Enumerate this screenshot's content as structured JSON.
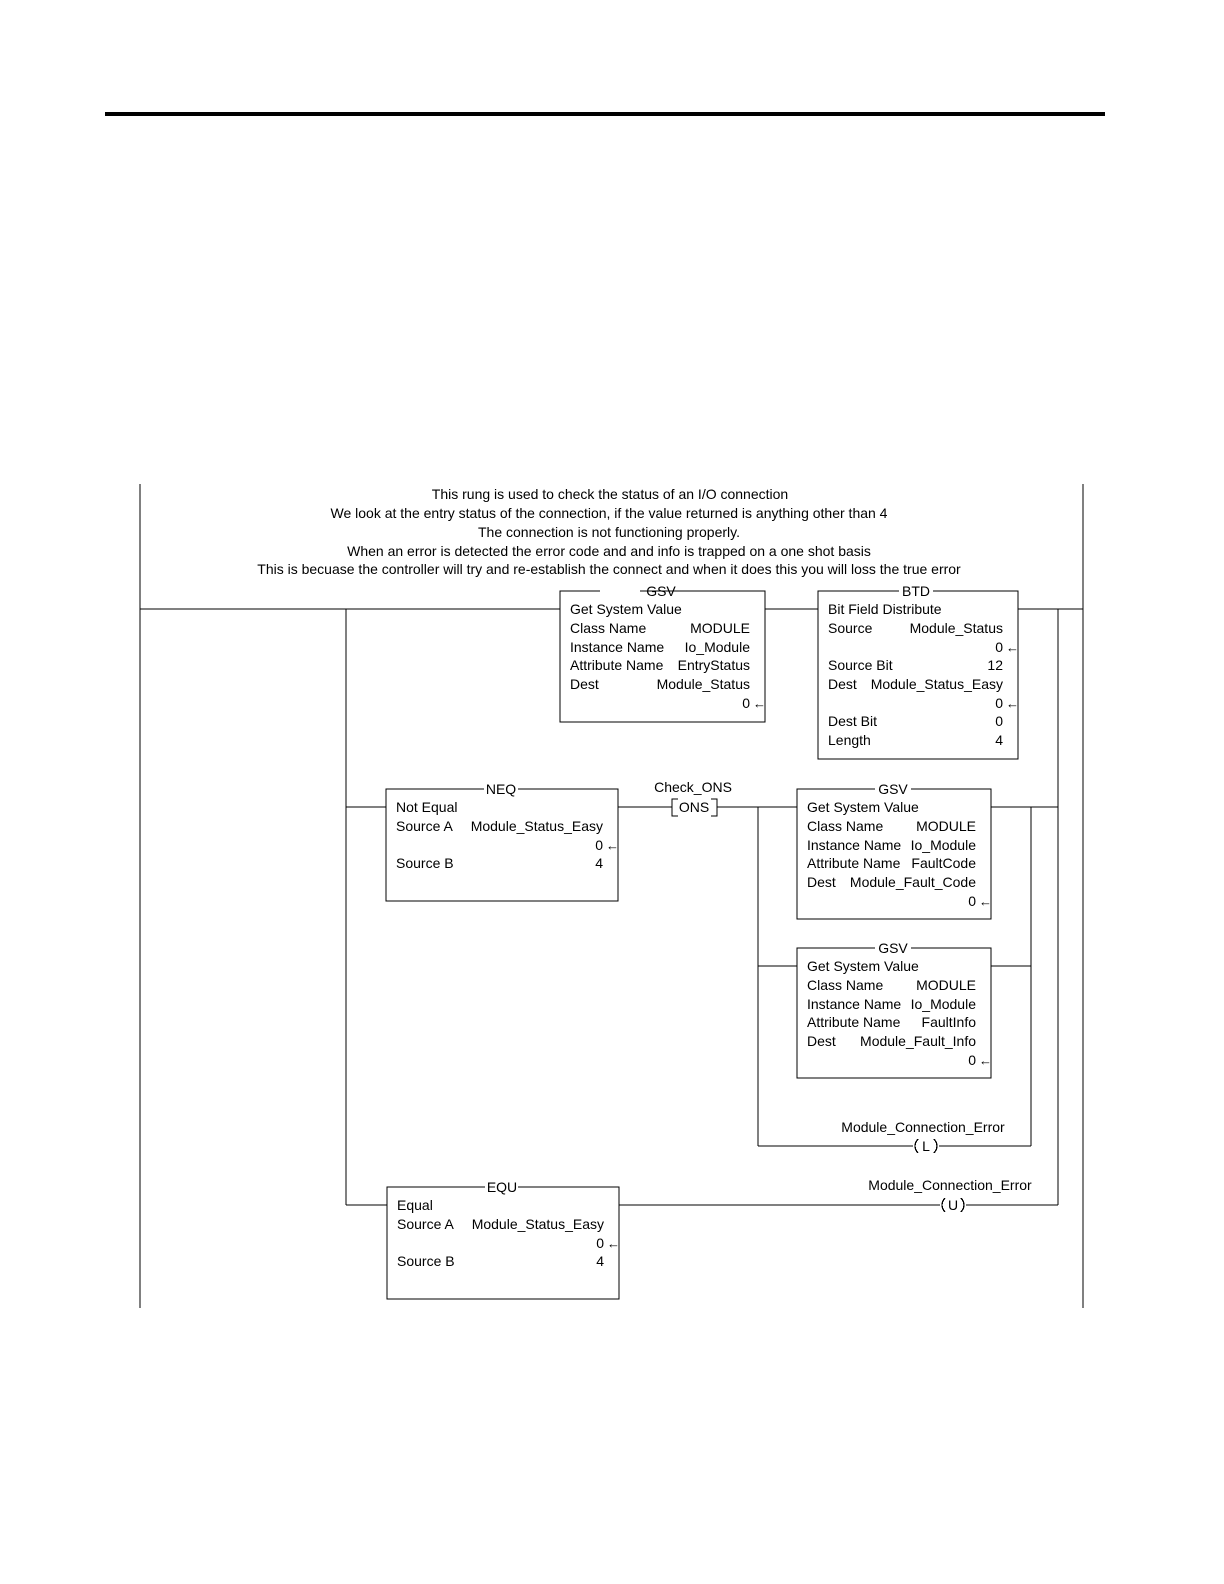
{
  "comment": [
    "This rung is used to check the status of an I/O connection",
    "We look at the entry status of the connection, if the value returned is anything other than 4",
    "The connection is not functioning properly.",
    "When an error is detected the error code and and info is trapped on a one shot basis",
    "This is becuase the controller will try and re-establish the connect and when it does this you will loss the true error"
  ],
  "gsv1": {
    "type": "GSV",
    "title": "Get System Value",
    "rows": [
      {
        "label": "Class Name",
        "value": "MODULE"
      },
      {
        "label": "Instance Name",
        "value": "Io_Module"
      },
      {
        "label": "Attribute Name",
        "value": "EntryStatus"
      },
      {
        "label": "Dest",
        "value": "Module_Status"
      }
    ],
    "dest_value": "0"
  },
  "btd": {
    "type": "BTD",
    "title": "Bit Field Distribute",
    "source_label": "Source",
    "source_tag": "Module_Status",
    "source_value": "0",
    "source_bit_label": "Source Bit",
    "source_bit": "12",
    "dest_label": "Dest",
    "dest_tag": "Module_Status_Easy",
    "dest_value": "0",
    "dest_bit_label": "Dest Bit",
    "dest_bit": "0",
    "length_label": "Length",
    "length": "4"
  },
  "neq": {
    "type": "NEQ",
    "title": "Not Equal",
    "source_a_label": "Source A",
    "source_a_tag": "Module_Status_Easy",
    "source_a_value": "0",
    "source_b_label": "Source B",
    "source_b": "4"
  },
  "ons": {
    "tag": "Check_ONS",
    "label": "ONS"
  },
  "gsv2": {
    "type": "GSV",
    "title": "Get System Value",
    "rows": [
      {
        "label": "Class Name",
        "value": "MODULE"
      },
      {
        "label": "Instance Name",
        "value": "Io_Module"
      },
      {
        "label": "Attribute Name",
        "value": "FaultCode"
      },
      {
        "label": "Dest",
        "value": "Module_Fault_Code"
      }
    ],
    "dest_value": "0"
  },
  "gsv3": {
    "type": "GSV",
    "title": "Get System Value",
    "rows": [
      {
        "label": "Class Name",
        "value": "MODULE"
      },
      {
        "label": "Instance Name",
        "value": "Io_Module"
      },
      {
        "label": "Attribute Name",
        "value": "FaultInfo"
      },
      {
        "label": "Dest",
        "value": "Module_Fault_Info"
      }
    ],
    "dest_value": "0"
  },
  "latch": {
    "tag": "Module_Connection_Error",
    "symbol": "L"
  },
  "equ": {
    "type": "EQU",
    "title": "Equal",
    "source_a_label": "Source A",
    "source_a_tag": "Module_Status_Easy",
    "source_a_value": "0",
    "source_b_label": "Source B",
    "source_b": "4"
  },
  "unlatch": {
    "tag": "Module_Connection_Error",
    "symbol": "U"
  }
}
